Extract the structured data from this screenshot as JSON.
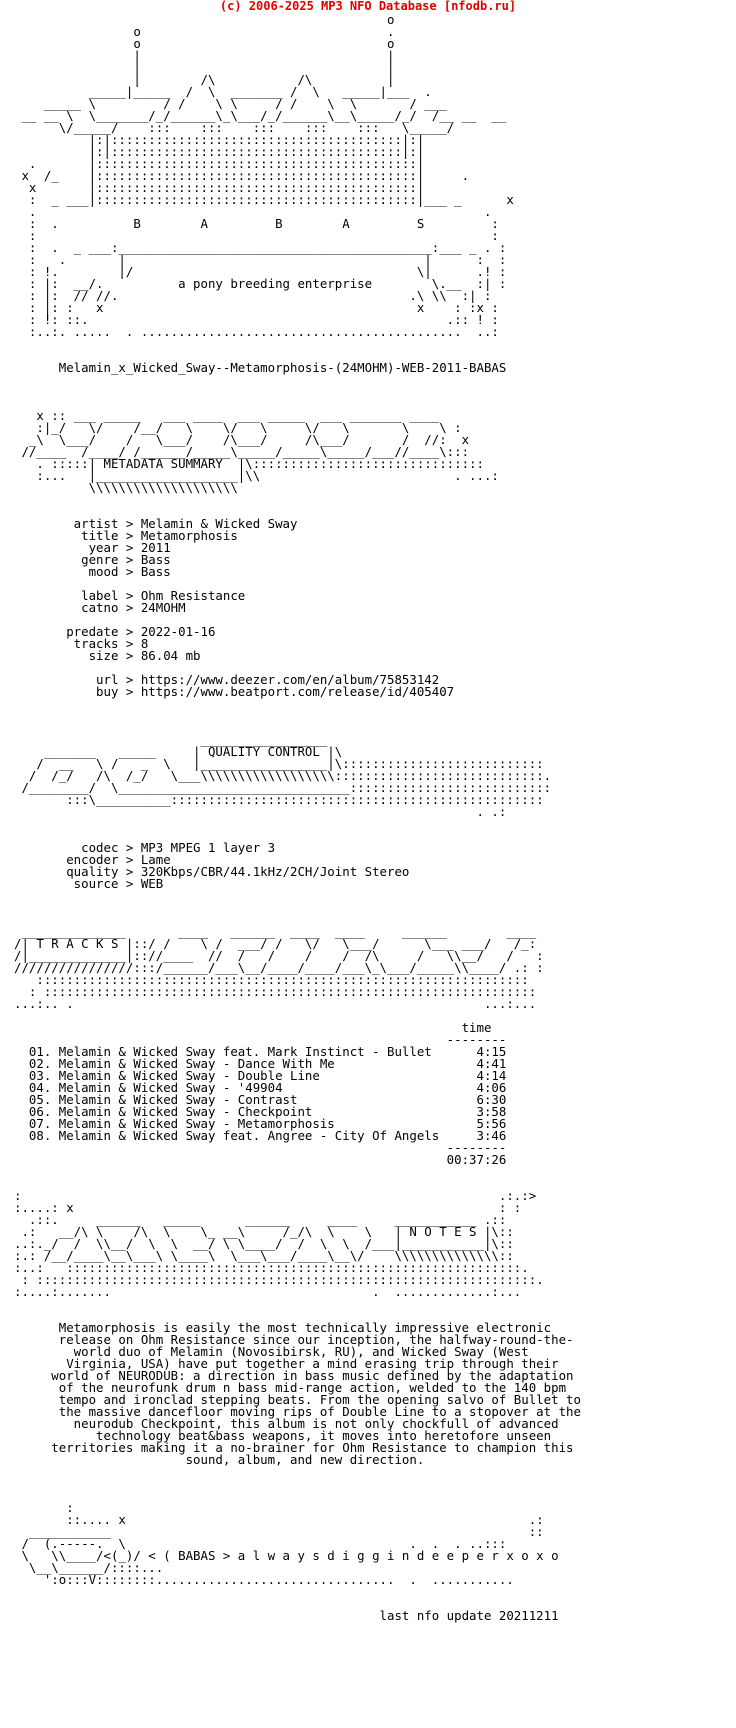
{
  "header": "(c) 2006-2025 MP3 NFO Database [nfodb.ru]",
  "nfo_lines": [
    "                                                  o",
    "                o                                 .",
    "                o                                 o",
    "                |                                 |",
    "                |                                 |",
    "                |        /\\           /\\          |",
    "          _____|_____  /  \\  _______ /  \\   _____|___  .",
    "    _____ \\         / /    \\ \\     / /    \\  \\       / ___",
    " __ __ \\  \\_______/_/______\\_\\___/_/______\\__\\_____/_/  /__ __  __",
    "      \\/_____/    :::    :::    :::    :::    :::   \\_____/",
    "          |:|:::::::::::::::::::::::::::::::::::::::|:|",
    "          |:|:::::::::::::::::::::::::::::::::::::::|:|",
    "  .       |:::::::::::::::::::::::::::::::::::::::::::|",
    " x  /_    |:::::::::::::::::::::::::::::::::::::::::::|     .",
    "  x       |:::::::::::::::::::::::::::::::::::::::::::|",
    "  :  _ ___|:::::::::::::::::::::::::::::::::::::::::::|___ _      x",
    "  .                                                            .",
    "  :  .          B        A         B        A         S         :",
    "  :                                                             :",
    "  :  .  _ ___:__________________________________________:___ _ . :",
    "  :   .       |                                        |      :  :",
    "  : !.        |/                                      \\|      .! :",
    "  : |:  __/.          a pony breeding enterprise        \\.__  :| :",
    "  : |:  // //.                                       .\\ \\\\  :| :",
    "  : |: :   x                                          x    : :x :",
    "  : !: ::.                                                .:: ! :",
    "  :..:. .....  . ...........................................  ..:",
    "",
    "",
    "      Melamin_x_Wicked_Sway--Metamorphosis-(24MOHM)-WEB-2011-BABAS",
    "",
    "",
    "",
    "   x :: ___ _____   ___ ____  ___ _____  ___ _______ ____",
    "   :|_/   \\/    /__/   \\    \\/   \\     \\/   \\       \\    \\ :",
    "  _\\  \\___/    /   \\___/    /\\___/     /\\___/       /  //:  x",
    " //____  /____/ /______/_____\\_____/_____\\_____/___//____\\:::",
    "   . :::::| METADATA SUMMARY  |\\:::::::::::::::::::::::::::::::",
    "   :...   |___________________|\\\\                          . ...:",
    "          \\\\\\\\\\\\\\\\\\\\\\\\\\\\\\\\\\\\\\\\",
    "",
    "",
    "        artist > Melamin & Wicked Sway",
    "         title > Metamorphosis",
    "          year > 2011",
    "         genre > Bass",
    "          mood > Bass",
    "",
    "         label > Ohm Resistance",
    "         catno > 24MOHM",
    "",
    "       predate > 2022-01-16",
    "        tracks > 8",
    "          size > 86.04 mb",
    "",
    "           url > https://www.deezer.com/en/album/75853142",
    "           buy > https://www.beatport.com/release/id/405407",
    "",
    "",
    "",
    "                         _________________",
    "    _______   _____     | QUALITY CONTROL |\\",
    "   /  __   \\ /   _  \\   |_________________|\\:::::::::::::::::::::::::::",
    "  /  /_/   /\\  /_/   \\___\\\\\\\\\\\\\\\\\\\\\\\\\\\\\\\\\\\\::::::::::::::::::::::::::::.",
    " /________/  \\_______________________________:::::::::::::::::::::::::::",
    "       :::\\__________::::::::::::::::::::::::::::::::::::::::::::::::::",
    "                                                              . .:",
    "",
    "",
    "         codec > MP3 MPEG 1 layer 3",
    "       encoder > Lame",
    "       quality > 320Kbps/CBR/44.1kHz/2CH/Joint Stereo",
    "        source > WEB",
    "",
    "",
    "",
    " ______________       ____   ______  ____  ____     ______        ____",
    "/| T R A C K S |::/ /    \\ /  ___/ /   \\/   \\___/      \\___ ___/   /_:",
    "/|_____________|:://____  //  /   /    /    /  /\\     /   \\\\__/   /   :",
    "////////////////:::/______/___\\__/____/____/___\\_\\___/_____\\\\____/ .: :",
    "   ::::::::::::::::::::::::::::::::::::::::::::::::::::::::::::::::::",
    "  : ::::::::::::::::::::::::::::::::::::::::::::::::::::::::::::::::::",
    "...:.. .                                                       ...:...",
    "",
    "                                                            time",
    "                                                          --------",
    "  01. Melamin & Wicked Sway feat. Mark Instinct - Bullet      4:15",
    "  02. Melamin & Wicked Sway - Dance With Me                   4:41",
    "  03. Melamin & Wicked Sway - Double Line                     4:14",
    "  04. Melamin & Wicked Sway - '49904                          4:06",
    "  05. Melamin & Wicked Sway - Contrast                        6:30",
    "  06. Melamin & Wicked Sway - Checkpoint                      3:58",
    "  07. Melamin & Wicked Sway - Metamorphosis                   5:56",
    "  08. Melamin & Wicked Sway feat. Angree - City Of Angels     3:46",
    "                                                          --------",
    "                                                          00:37:26",
    "",
    "",
    ":                                                                .:.:>",
    ":....: x                                                         : :",
    "  .::.     ______   _____      ______     ____     ___________ .::",
    " .:   __/\\ \\    /\\  \\    \\_ __\\     /_/\\  \\    \\   | N O T E S |\\::",
    "..:._/  /  \\\\__/  \\  \\  __/ \\ \\____/  /  \\  \\  /___|___________|\\::",
    ":.: /__/____\\__\\___\\ \\____\\  \\___\\___/____\\__\\/    \\\\\\\\\\\\\\\\\\\\\\\\\\\\::",
    ":..:   :::::::::::::::::::::::::::::::::::::::::::::::::::::::::::::.",
    " : :::::::::::::::::::::::::::::::::::::::::::::::::::::::::::::::::::.",
    ":....:.......                                   .  .............:...",
    "",
    "",
    "      Metamorphosis is easily the most technically impressive electronic",
    "      release on Ohm Resistance since our inception, the halfway-round-the-",
    "        world duo of Melamin (Novosibirsk, RU), and Wicked Sway (West",
    "       Virginia, USA) have put together a mind erasing trip through their",
    "     world of NEURODUB: a direction in bass music defined by the adaptation",
    "      of the neurofunk drum n bass mid-range action, welded to the 140 bpm",
    "      tempo and ironclad stepping beats. From the opening salvo of Bullet to",
    "      the massive dancefloor moving rips of Double Line to a stopover at the",
    "        neurodub Checkpoint, this album is not only chockfull of advanced",
    "           technology beat&bass weapons, it moves into heretofore unseen",
    "     territories making it a no-brainer for Ohm Resistance to champion this",
    "                       sound, album, and new direction.",
    "",
    "",
    "",
    "       :",
    "       ::.... x                                                      .:",
    "  ___________                                                        ::",
    " /  (.-----.  \\                                      .  .  . ..:::",
    " \\   \\\\____/<(_)/ < ( BABAS > a l w a y s d i g g i n d e e p e r x o x o",
    "  \\__\\______/::::...",
    "    ':o:::V::::::::................................  .  ...........",
    "",
    "",
    "                                                 last nfo update 20211211"
  ]
}
